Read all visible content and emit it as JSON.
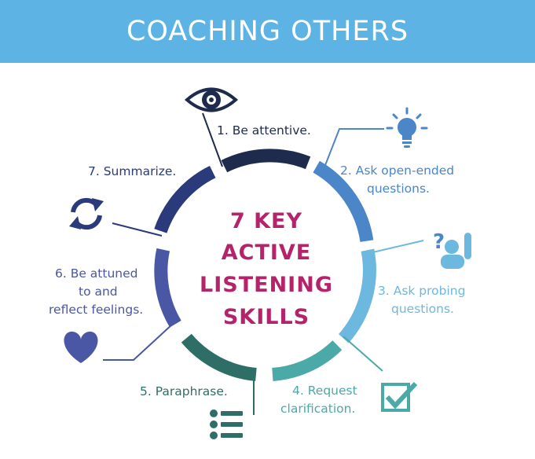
{
  "header": {
    "title": "COACHING OTHERS"
  },
  "center": {
    "lines": [
      "7 KEY",
      "ACTIVE",
      "LISTENING",
      "SKILLS"
    ]
  },
  "skills": [
    {
      "label_lines": [
        "1. Be attentive."
      ],
      "icon": "eye-icon",
      "color": "#1f2b4d"
    },
    {
      "label_lines": [
        "2. Ask open-ended",
        "questions."
      ],
      "icon": "lightbulb-icon",
      "color": "#4a86c8"
    },
    {
      "label_lines": [
        "3. Ask probing",
        "questions."
      ],
      "icon": "question-person-icon",
      "color": "#6cb8df"
    },
    {
      "label_lines": [
        "4. Request",
        "clarification."
      ],
      "icon": "checkbox-icon",
      "color": "#4ba9a8"
    },
    {
      "label_lines": [
        "5. Paraphrase."
      ],
      "icon": "list-icon",
      "color": "#2f6e67"
    },
    {
      "label_lines": [
        "6. Be attuned",
        "to and",
        "reflect feelings."
      ],
      "icon": "heart-icon",
      "color": "#4a57a4"
    },
    {
      "label_lines": [
        "7. Summarize."
      ],
      "icon": "refresh-icon",
      "color": "#2a3a7a"
    }
  ]
}
